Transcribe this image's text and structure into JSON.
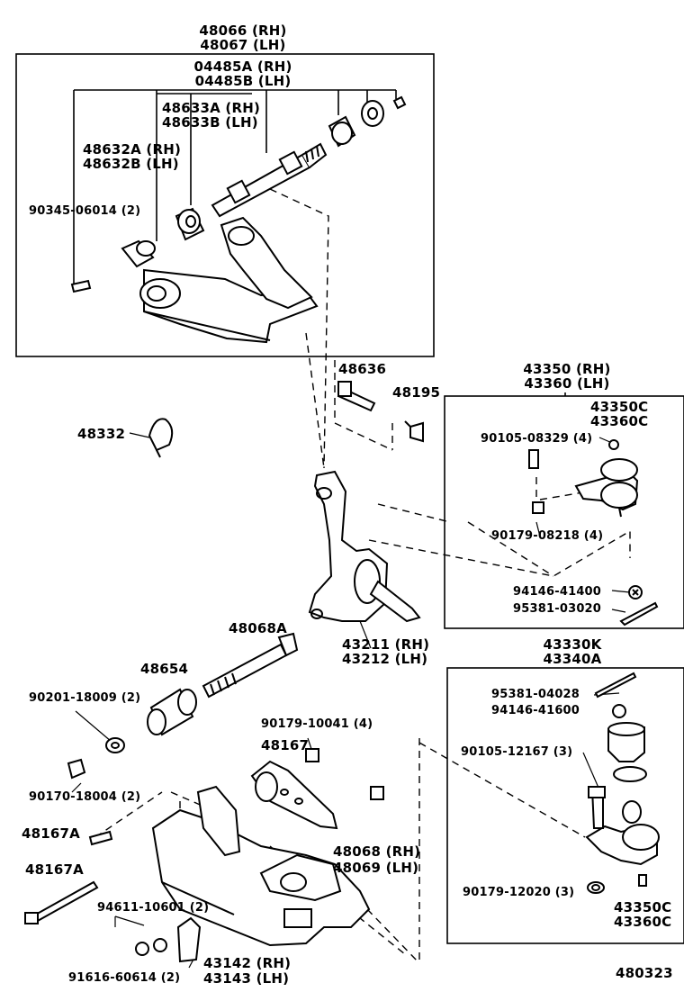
{
  "diagram_id": "480323",
  "labels": {
    "upper_arm_rh": "48066 (RH)",
    "upper_arm_lh": "48067 (LH)",
    "shaft_kit_rh": "04485A (RH)",
    "shaft_kit_lh": "04485B (LH)",
    "bush_a_rh": "48633A (RH)",
    "bush_b_lh": "48633B (LH)",
    "bush2_a_rh": "48632A (RH)",
    "bush2_b_lh": "48632B (LH)",
    "bolt_upper": "90345-06014 (2)",
    "pin_48636": "48636",
    "clip_48195": "48195",
    "bumper_48332": "48332",
    "ball_upper_rh": "43350 (RH)",
    "ball_upper_lh": "43360 (LH)",
    "ball_c_upper_1": "43350C",
    "ball_c_upper_2": "43360C",
    "bolt_upper_ball": "90105-08329 (4)",
    "nut_upper_ball": "90179-08218 (4)",
    "nut_upper_castle": "94146-41400",
    "pin_upper_cotter": "95381-03020",
    "knuckle_rh": "43211 (RH)",
    "knuckle_lh": "43212 (LH)",
    "bolt_48068a": "48068A",
    "bush_48654": "48654",
    "washer_90201": "90201-18009 (2)",
    "nut_90170": "90170-18004 (2)",
    "nut_90179_10041": "90179-10041 (4)",
    "strut_48167": "48167",
    "bolt_48167a_1": "48167A",
    "bolt_48167a_2": "48167A",
    "lower_arm_rh": "48068 (RH)",
    "lower_arm_lh": "48069 (LH)",
    "bolt_94611": "94611-10601 (2)",
    "nut_91616": "91616-60614 (2)",
    "bracket_rh": "43142 (RH)",
    "bracket_lh": "43143 (LH)",
    "ball_lower_rh": "43330K",
    "ball_lower_lh": "43340A",
    "pin_lower_cotter": "95381-04028",
    "nut_lower_castle": "94146-41600",
    "bolt_lower_ball": "90105-12167 (3)",
    "nut_lower_ball": "90179-12020 (3)",
    "ball_c_lower_1": "43350C",
    "ball_c_lower_2": "43360C"
  }
}
